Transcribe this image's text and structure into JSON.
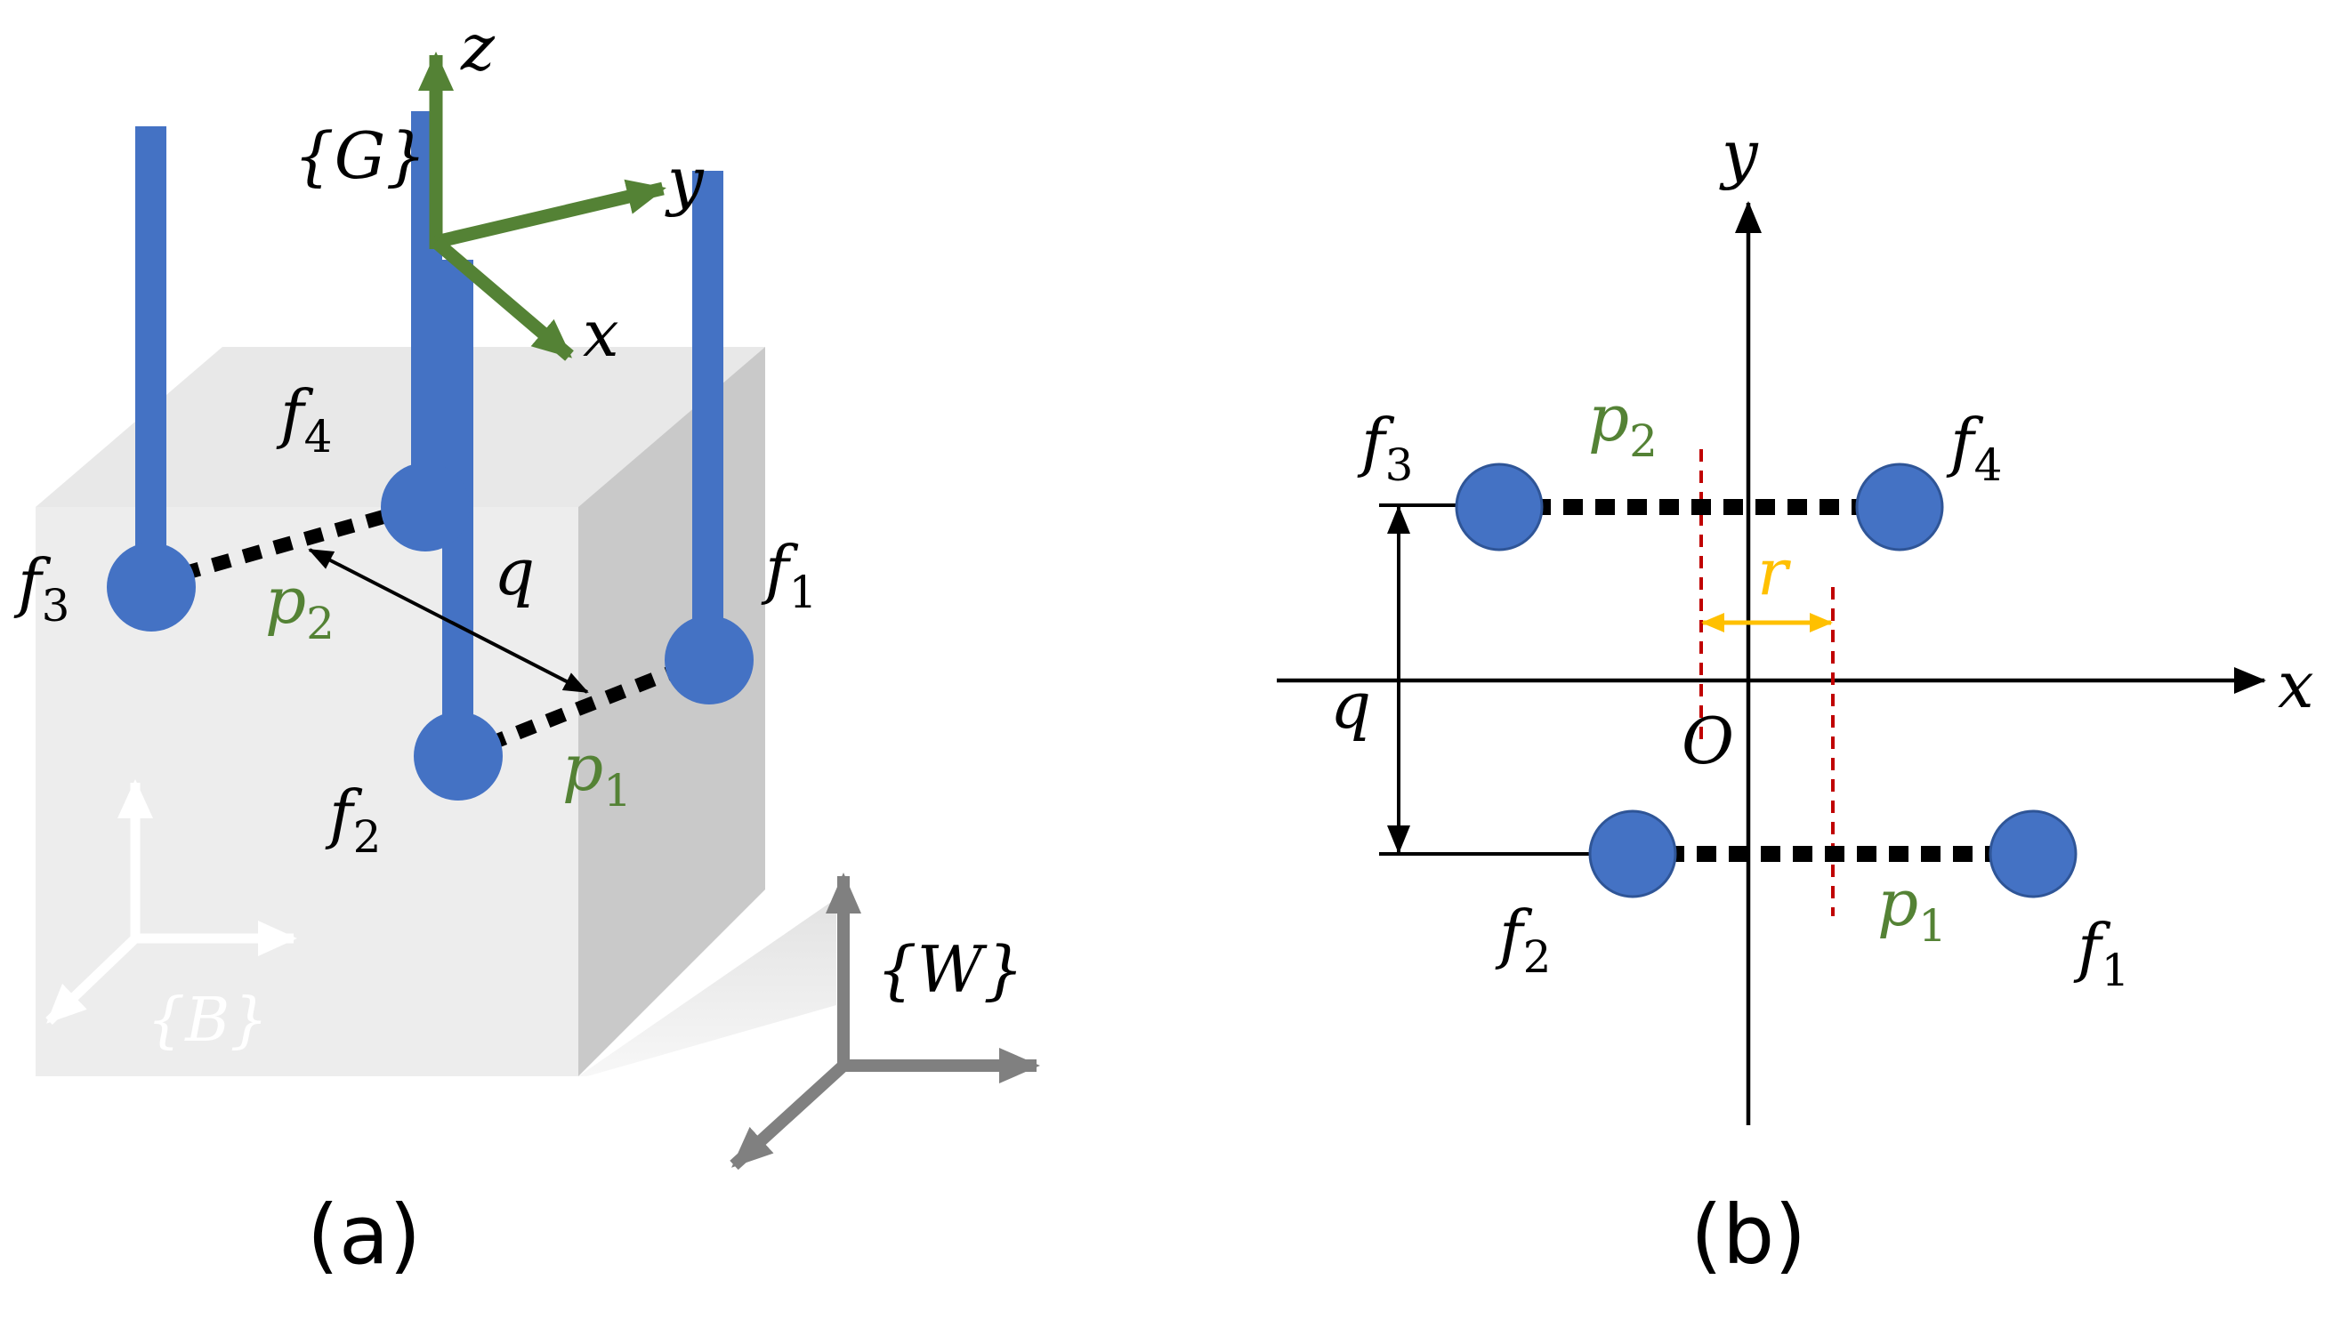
{
  "colors": {
    "finger": "#4472C4",
    "finger_edge": "#2F5597",
    "frame_G": "#548235",
    "green_text": "#548235",
    "frame_W": "#808080",
    "frame_B": "#ffffff",
    "box_front": "#EDEDED",
    "box_top": "#E6E6E6",
    "box_side": "#C8C8C8",
    "shadow": "#DCDCDC",
    "axis": "#000000",
    "dashed_red": "#C00000",
    "r_arrow": "#FFC000"
  },
  "panel_a": {
    "caption": "(a)",
    "frame_G": {
      "label": "{G}",
      "axes": {
        "z": "z",
        "y": "y",
        "x": "x"
      }
    },
    "frame_W": {
      "label": "{W}"
    },
    "frame_B": {
      "label": "{B}"
    },
    "fingers": [
      {
        "name": "f",
        "sub": "1"
      },
      {
        "name": "f",
        "sub": "2"
      },
      {
        "name": "f",
        "sub": "3"
      },
      {
        "name": "f",
        "sub": "4"
      }
    ],
    "points": [
      {
        "name": "p",
        "sub": "1"
      },
      {
        "name": "p",
        "sub": "2"
      }
    ],
    "q_label": "q"
  },
  "panel_b": {
    "caption": "(b)",
    "axes": {
      "x": "x",
      "y": "y",
      "origin": "O"
    },
    "fingers": [
      {
        "name": "f",
        "sub": "1"
      },
      {
        "name": "f",
        "sub": "2"
      },
      {
        "name": "f",
        "sub": "3"
      },
      {
        "name": "f",
        "sub": "4"
      }
    ],
    "points": [
      {
        "name": "p",
        "sub": "1"
      },
      {
        "name": "p",
        "sub": "2"
      }
    ],
    "q_label": "q",
    "r_label": "r"
  }
}
